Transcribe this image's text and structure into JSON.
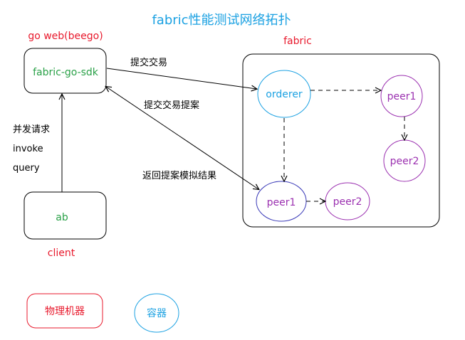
{
  "title": "fabric性能测试网络拓扑",
  "colors": {
    "title": "#1ba1e2",
    "machine": "#e8192c",
    "container": "#1ba1e2",
    "peer": "#9b30b0",
    "sdk_text": "#2aa148",
    "line": "#000000",
    "label": "#000000"
  },
  "machines": {
    "web_label": "go web(beego)",
    "client_label": "client",
    "fabric_label": "fabric"
  },
  "nodes": {
    "sdk": "fabric-go-sdk",
    "ab": "ab",
    "orderer": "orderer",
    "peer1_org1": "peer1",
    "peer2_org1": "peer2",
    "peer1_org2": "peer1",
    "peer2_org2": "peer2"
  },
  "edges": {
    "submit_tx": "提交交易",
    "submit_proposal": "提交交易提案",
    "return_sim": "返回提案模拟结果",
    "concurrent": "并发请求",
    "invoke": "invoke",
    "query": "query"
  },
  "legend": {
    "machine": "物理机器",
    "container": "容器"
  }
}
